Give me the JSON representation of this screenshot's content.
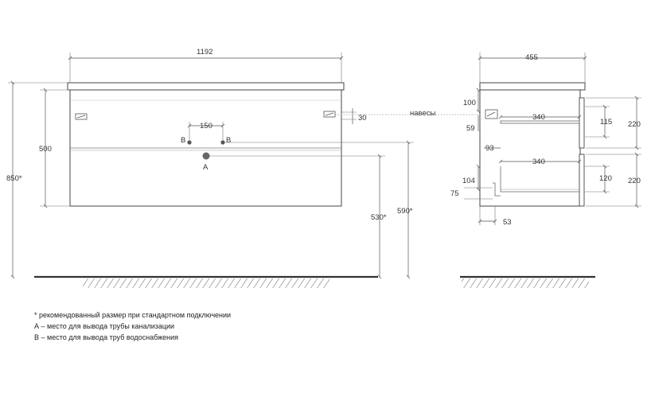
{
  "front_view": {
    "width": "1192",
    "body_height": "500",
    "total_height": "850*",
    "pipe_spacing": "150",
    "hanger_offset": "30",
    "drain_height": "530*",
    "supply_height": "590*",
    "supply_label": "B",
    "drain_label": "A"
  },
  "side_view": {
    "depth": "455",
    "hinges_label": "навесы",
    "top_gap": "100",
    "upper_drawer_depth": "340",
    "lower_drawer_depth": "340",
    "upper_offset": "59",
    "drawer_gap": "93",
    "upper_front_height": "115",
    "upper_front_section": "220",
    "lower_front_height": "120",
    "lower_front_section": "220",
    "lower_offset": "104",
    "base_height": "75",
    "plinth_setback": "53"
  },
  "notes": [
    "* рекомендованный размер при стандартном подключении",
    "А – место для вывода трубы канализации",
    "В – место для вывода труб водоснабжения"
  ],
  "colors": {
    "line": "#555555",
    "outline": "#444444",
    "pipe": "#666666",
    "text": "#333333"
  }
}
